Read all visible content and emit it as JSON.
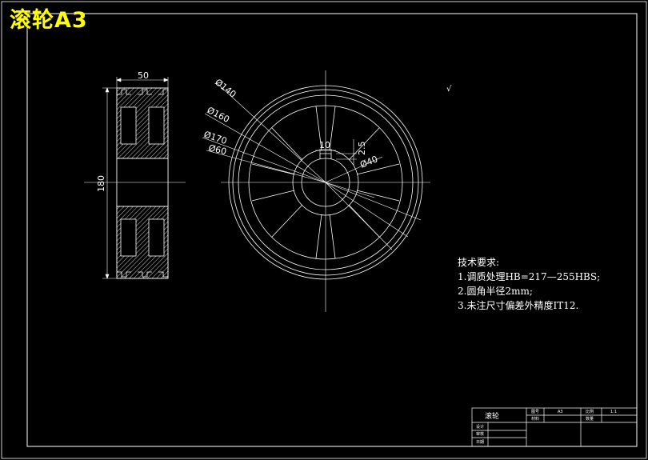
{
  "title": "滚轮A3",
  "dimensions": {
    "width": "50",
    "height": "180",
    "d140": "Ø140",
    "d160": "Ø160",
    "d170": "Ø170",
    "d60": "Ø60",
    "d40": "Ø40",
    "key_width": "10",
    "key_depth": "2.5"
  },
  "roughness_symbol": "√",
  "notes": {
    "heading": "技术要求:",
    "lines": [
      "1.调质处理HB=217—255HBS;",
      "2.圆角半径2mm;",
      "3.未注尺寸偏差外精度IT12."
    ]
  },
  "title_block": {
    "part_name": "滚轮",
    "drawing_no_label": "图号",
    "drawing_no_value": "A3",
    "scale_label": "比例",
    "scale_value": "1:1",
    "material_label": "材料",
    "quantity_label": "数量",
    "designer_label": "设计",
    "checker_label": "审核",
    "date_label": "日期"
  }
}
